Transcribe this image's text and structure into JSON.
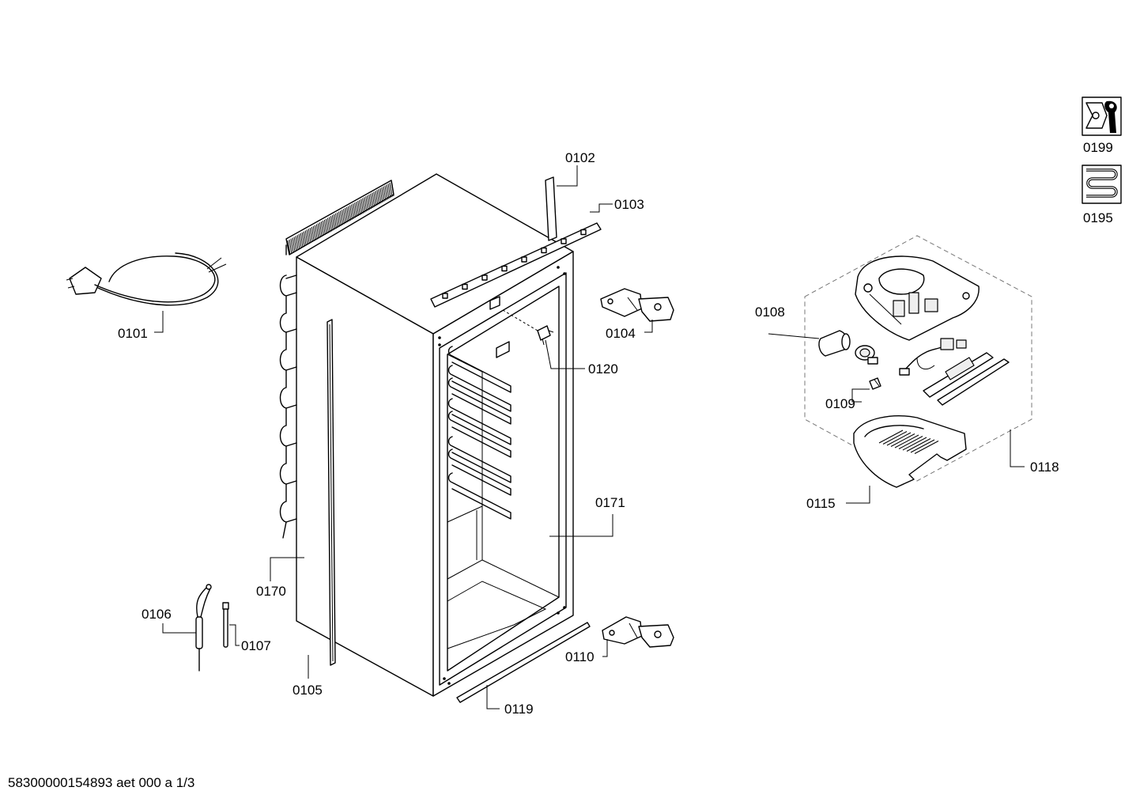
{
  "diagram": {
    "parts": [
      {
        "id": "p0101",
        "number": "0101"
      },
      {
        "id": "p0102",
        "number": "0102"
      },
      {
        "id": "p0103",
        "number": "0103"
      },
      {
        "id": "p0104",
        "number": "0104"
      },
      {
        "id": "p0105",
        "number": "0105"
      },
      {
        "id": "p0106",
        "number": "0106"
      },
      {
        "id": "p0107",
        "number": "0107"
      },
      {
        "id": "p0108",
        "number": "0108"
      },
      {
        "id": "p0109",
        "number": "0109"
      },
      {
        "id": "p0110",
        "number": "0110"
      },
      {
        "id": "p0115",
        "number": "0115"
      },
      {
        "id": "p0118",
        "number": "0118"
      },
      {
        "id": "p0119",
        "number": "0119"
      },
      {
        "id": "p0120",
        "number": "0120"
      },
      {
        "id": "p0170",
        "number": "0170"
      },
      {
        "id": "p0171",
        "number": "0171"
      }
    ],
    "side_icons": [
      {
        "id": "p0199",
        "number": "0199",
        "icon": "tools-icon"
      },
      {
        "id": "p0195",
        "number": "0195",
        "icon": "heating-coil-icon"
      }
    ]
  },
  "footer": {
    "doc_code": "58300000154893 aet 000 a 1/3"
  }
}
